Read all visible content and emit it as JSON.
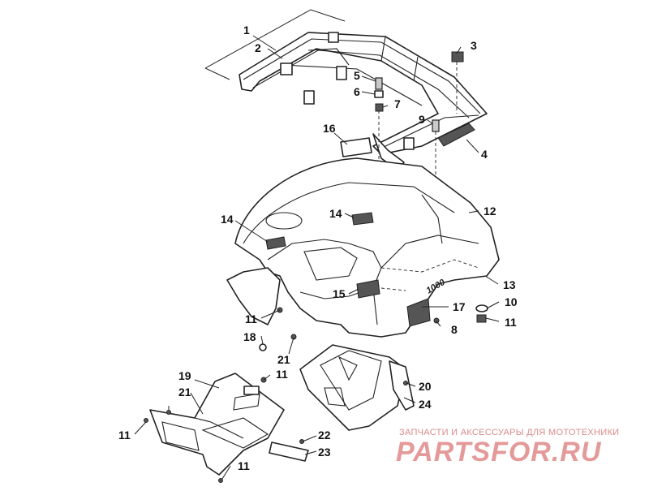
{
  "callouts": [
    {
      "id": "c1",
      "label": "1"
    },
    {
      "id": "c2",
      "label": "2"
    },
    {
      "id": "c3",
      "label": "3"
    },
    {
      "id": "c4",
      "label": "4"
    },
    {
      "id": "c5",
      "label": "5"
    },
    {
      "id": "c6",
      "label": "6"
    },
    {
      "id": "c7",
      "label": "7"
    },
    {
      "id": "c8",
      "label": "8"
    },
    {
      "id": "c9",
      "label": "9"
    },
    {
      "id": "c10",
      "label": "10"
    },
    {
      "id": "c11a",
      "label": "11"
    },
    {
      "id": "c11b",
      "label": "11"
    },
    {
      "id": "c11c",
      "label": "11"
    },
    {
      "id": "c11d",
      "label": "11"
    },
    {
      "id": "c11e",
      "label": "11"
    },
    {
      "id": "c12",
      "label": "12"
    },
    {
      "id": "c13",
      "label": "13"
    },
    {
      "id": "c14a",
      "label": "14"
    },
    {
      "id": "c14b",
      "label": "14"
    },
    {
      "id": "c15",
      "label": "15"
    },
    {
      "id": "c16",
      "label": "16"
    },
    {
      "id": "c17",
      "label": "17"
    },
    {
      "id": "c18",
      "label": "18"
    },
    {
      "id": "c19",
      "label": "19"
    },
    {
      "id": "c20",
      "label": "20"
    },
    {
      "id": "c21a",
      "label": "21"
    },
    {
      "id": "c21b",
      "label": "21"
    },
    {
      "id": "c22",
      "label": "22"
    },
    {
      "id": "c23",
      "label": "23"
    },
    {
      "id": "c24",
      "label": "24"
    }
  ],
  "decal_text": "1000",
  "watermark": {
    "tagline": "ЗАПЧАСТИ И АКСЕССУАРЫ ДЛЯ МОТОТЕХНИКИ",
    "logo": "PARTSFOR.RU"
  }
}
